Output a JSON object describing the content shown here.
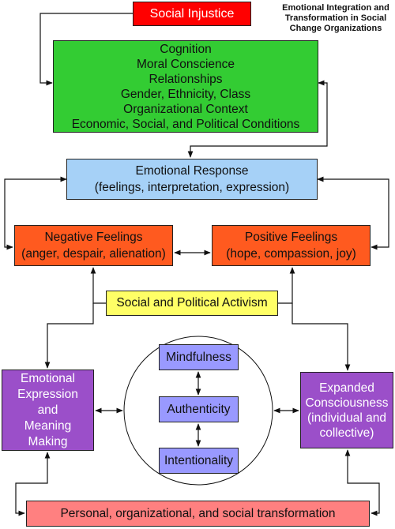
{
  "title": [
    "Emotional Integration and",
    "Transformation in Social",
    "Change Organizations"
  ],
  "boxes": {
    "social_injustice": "Social Injustice",
    "factors": [
      "Cognition",
      "Moral Conscience",
      "Relationships",
      "Gender, Ethnicity, Class",
      "Organizational Context",
      "Economic, Social, and Political Conditions"
    ],
    "emotional_response": [
      "Emotional Response",
      "(feelings, interpretation, expression)"
    ],
    "negative_feelings": [
      "Negative Feelings",
      "(anger, despair, alienation)"
    ],
    "positive_feelings": [
      "Positive Feelings",
      "(hope, compassion, joy)"
    ],
    "activism": "Social and Political Activism",
    "expression": [
      "Emotional",
      "Expression",
      "and",
      "Meaning",
      "Making"
    ],
    "consciousness": [
      "Expanded",
      "Consciousness",
      "(individual and",
      "collective)"
    ],
    "mindfulness": "Mindfulness",
    "authenticity": "Authenticity",
    "intentionality": "Intentionality",
    "transformation": "Personal, organizational, and social transformation"
  },
  "colors": {
    "social_injustice": "#ff0000",
    "factors": "#33cc33",
    "emotional_response": "#a6d1f7",
    "feelings": "#ff5a1f",
    "activism": "#ffff66",
    "purple": "#9b4fc9",
    "lavender": "#9999ff",
    "transformation": "#ff8080",
    "line": "#111111"
  }
}
